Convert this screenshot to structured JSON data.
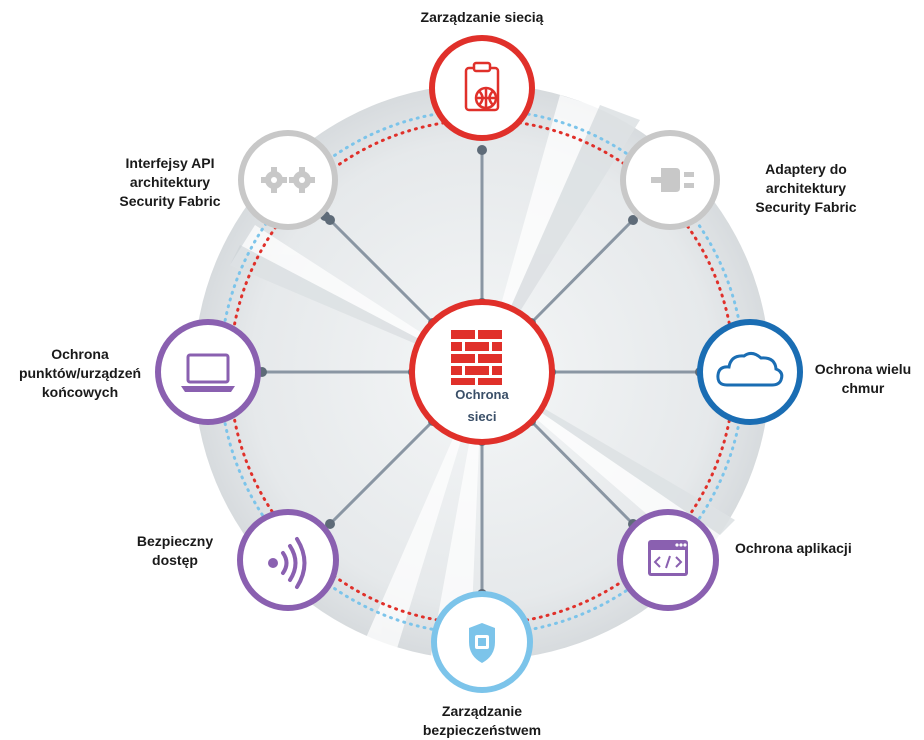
{
  "center": {
    "label": "Ochrona\nsieci",
    "color": "#e0302a",
    "icon": "firewall-brick-icon"
  },
  "nodes": [
    {
      "id": "network-management",
      "label": "Zarządzanie siecią",
      "color": "#e0302a",
      "icon": "clipboard-globe-icon"
    },
    {
      "id": "fabric-adapters",
      "label": "Adaptery do\narchitektury\nSecurity Fabric",
      "color": "#c8c8c8",
      "icon": "plug-adapter-icon"
    },
    {
      "id": "multicloud-protection",
      "label": "Ochrona wielu\nchmur",
      "color": "#1a6db3",
      "icon": "cloud-icon"
    },
    {
      "id": "application-protection",
      "label": "Ochrona aplikacji",
      "color": "#8a60b0",
      "icon": "code-window-icon"
    },
    {
      "id": "security-management",
      "label": "Zarządzanie\nbezpieczeństwem",
      "color": "#7cc4ea",
      "icon": "shield-icon"
    },
    {
      "id": "secure-access",
      "label": "Bezpieczny\ndostęp",
      "color": "#8a60b0",
      "icon": "wireless-signal-icon"
    },
    {
      "id": "endpoint-protection",
      "label": "Ochrona\npunktów/urządzeń\nkońcowych",
      "color": "#8a60b0",
      "icon": "laptop-icon"
    },
    {
      "id": "fabric-apis",
      "label": "Interfejsy API\narchitektury\nSecurity Fabric",
      "color": "#c8c8c8",
      "icon": "gears-icon"
    }
  ],
  "ring_colors": {
    "red_dots": "#e0302a",
    "blue_dots": "#7cc4ea",
    "disc": "#dfe3e6",
    "spokes": "#8a96a3"
  }
}
